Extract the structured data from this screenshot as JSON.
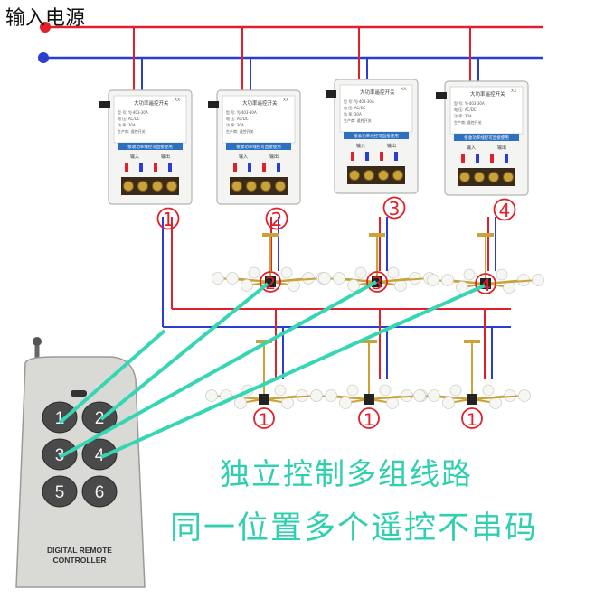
{
  "title": "输入电源",
  "receiver": {
    "header": "大功率遥控开关",
    "badge": "XX",
    "spec_lines": [
      "型 号: YJ-403-30A",
      "电 压: AC/DC",
      "功 率: 30A",
      "生产商: 遥控开关"
    ],
    "notice": "接收功率线控可直接使用",
    "port_in": "输入",
    "port_out": "输出"
  },
  "receivers": [
    {
      "channel": "1"
    },
    {
      "channel": "2"
    },
    {
      "channel": "3"
    },
    {
      "channel": "4"
    }
  ],
  "upper_lamps": [
    {
      "channel": "2"
    },
    {
      "channel": "3"
    },
    {
      "channel": "4"
    }
  ],
  "lower_lamps": [
    {
      "channel": "1"
    },
    {
      "channel": "1"
    },
    {
      "channel": "1"
    }
  ],
  "remote": {
    "buttons": [
      "1",
      "2",
      "3",
      "4",
      "5",
      "6"
    ],
    "label_line1": "DIGITAL REMOTE",
    "label_line2": "CONTROLLER"
  },
  "slogan_line1": "独立控制多组线路",
  "slogan_line2": "同一位置多个遥控不串码",
  "colors": {
    "live_wire": "#e0202a",
    "neutral_wire": "#2a3fd0",
    "link_line": "#35d6b4",
    "slogan": "#2fd0b0",
    "channel_circle": "#e0202a"
  }
}
